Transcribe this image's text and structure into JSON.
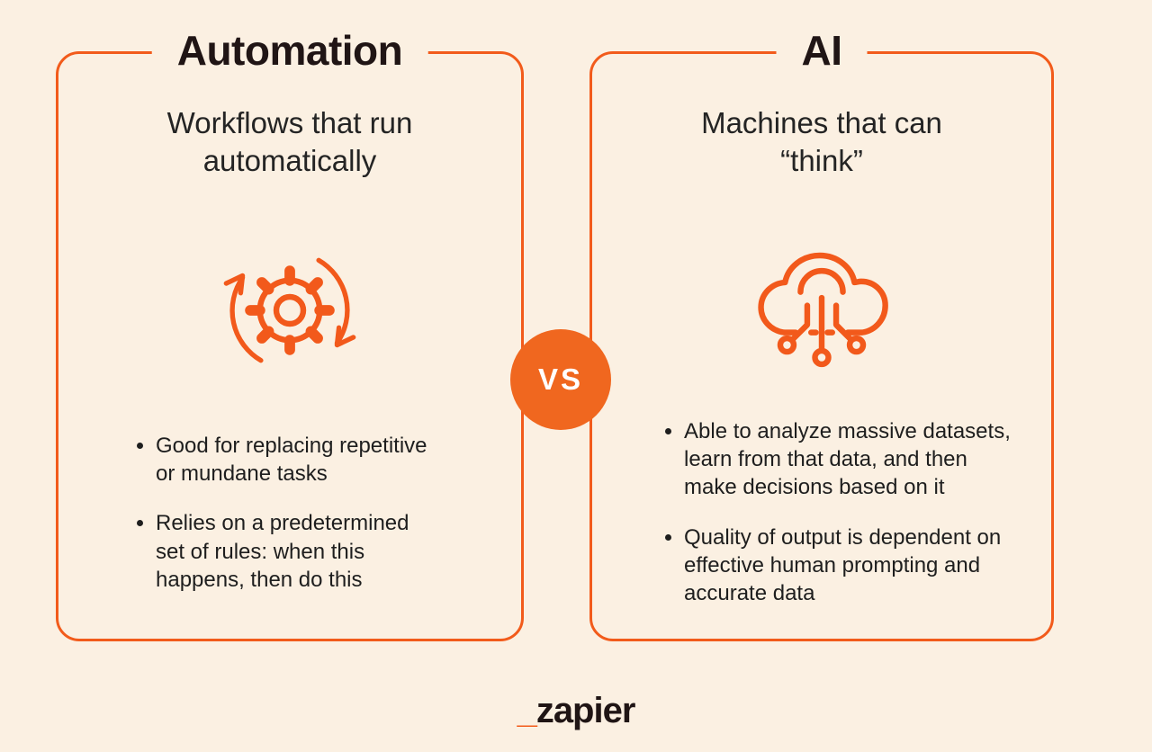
{
  "colors": {
    "bg": "#FBF0E2",
    "accent": "#F25B1B",
    "vs": "#F0671F",
    "ink": "#201515",
    "body": "#1F1F1F"
  },
  "left_panel": {
    "title": "Automation",
    "heading": "Workflows that run automatically",
    "icon": "gear-sync-icon",
    "bullets": [
      "Good for replacing repetitive or mundane tasks",
      "Relies on a predetermined set of rules: when this happens, then do this"
    ]
  },
  "right_panel": {
    "title": "AI",
    "heading": "Machines that can “think”",
    "icon": "ai-cloud-circuit-icon",
    "bullets": [
      "Able to analyze massive datasets, learn from that data, and then make decisions based on it",
      "Quality of output is dependent on effective human prompting and accurate data"
    ]
  },
  "vs_badge": "VS",
  "footer": {
    "logo_underscore": "_",
    "logo_text": "zapier"
  }
}
